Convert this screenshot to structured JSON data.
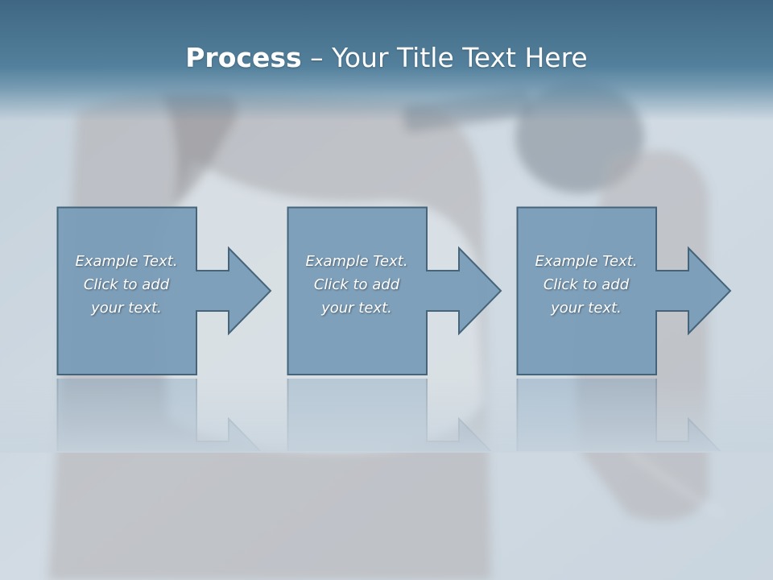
{
  "title": {
    "bold": "Process",
    "rest": " – Your Title Text Here"
  },
  "steps": [
    {
      "line1": "Example Text.",
      "line2": "Click  to add",
      "line3": "your text."
    },
    {
      "line1": "Example Text.",
      "line2": "Click  to add",
      "line3": "your text."
    },
    {
      "line1": "Example Text.",
      "line2": "Click  to add",
      "line3": "your text."
    }
  ],
  "colors": {
    "title_bar": "#4a7592",
    "box_fill": "#7a9db8",
    "box_stroke": "#3e5e75",
    "text": "#ffffff"
  }
}
